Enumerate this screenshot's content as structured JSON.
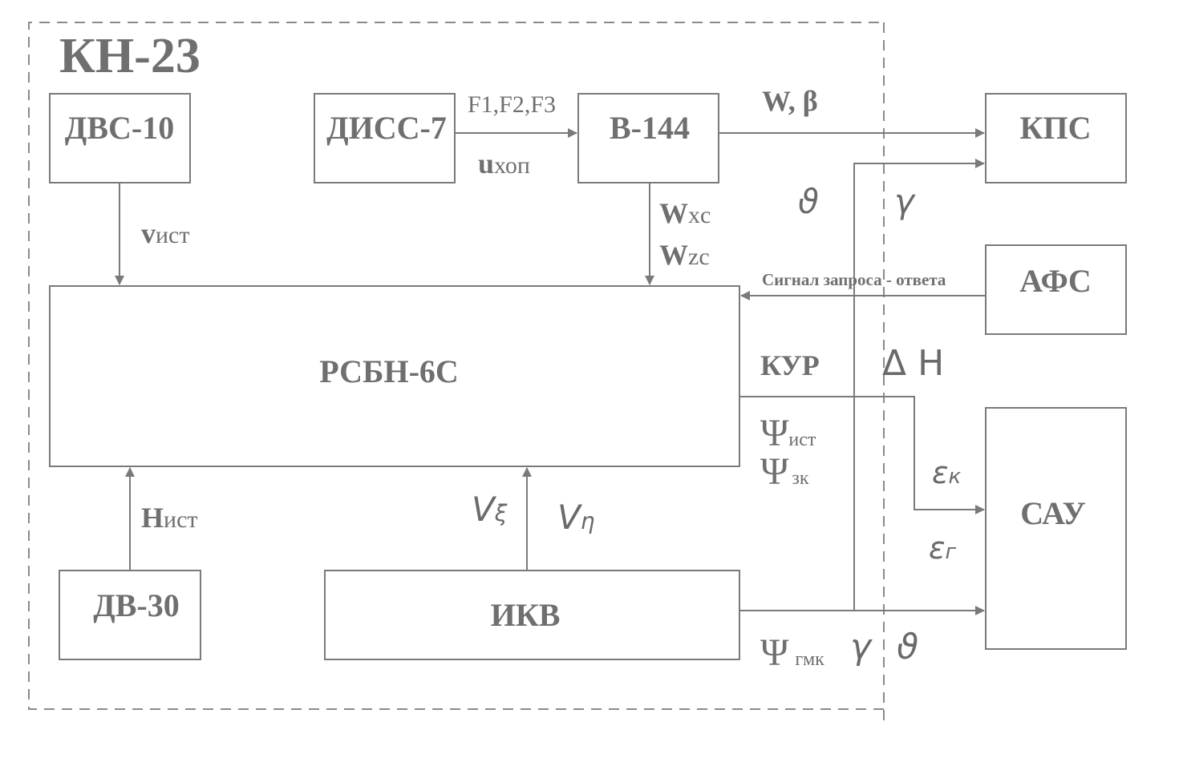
{
  "frame_title": "КН-23",
  "blocks": {
    "dvs10": "ДВС-10",
    "diss7": "ДИСС-7",
    "b144": "В-144",
    "kps": "КПС",
    "afs": "АФС",
    "rsbn": "РСБН-6С",
    "sau": "САУ",
    "dv30": "ДВ-30",
    "ikv": "ИКВ"
  },
  "signals": {
    "v_ist": {
      "main": "v",
      "sub": "ист"
    },
    "f123": "F1,F2,F3",
    "u_xop": {
      "main": "u",
      "sub": "хоп"
    },
    "w_beta": "W, β",
    "wxc": {
      "main": "W",
      "sub": "xc"
    },
    "wzc": {
      "main": "W",
      "sub": "zc"
    },
    "theta_top": "ϑ",
    "gamma_top": "γ",
    "request": "Сигнал запроса - ответа",
    "kur": "КУР",
    "delta_h": "Δ H",
    "psi_ist": {
      "main": "Ψ",
      "sub": "ист"
    },
    "psi_zk": {
      "main": "Ψ",
      "sub": "зк"
    },
    "eps_k": {
      "main": "ε",
      "sub": "к"
    },
    "eps_g": {
      "main": "ε",
      "sub": "г"
    },
    "h_ist": {
      "main": "H",
      "sub": "ист"
    },
    "v_xi": {
      "main": "V",
      "sub": "ξ"
    },
    "v_eta": {
      "main": "V",
      "sub": "η"
    },
    "psi_gmk": {
      "main": "Ψ",
      "sub": "гмк"
    },
    "gamma_bottom": "γ",
    "theta_bottom": "ϑ"
  },
  "colors": {
    "ink": "#6f6f6f",
    "lines": "#7a7a7a",
    "background": "#ffffff"
  }
}
